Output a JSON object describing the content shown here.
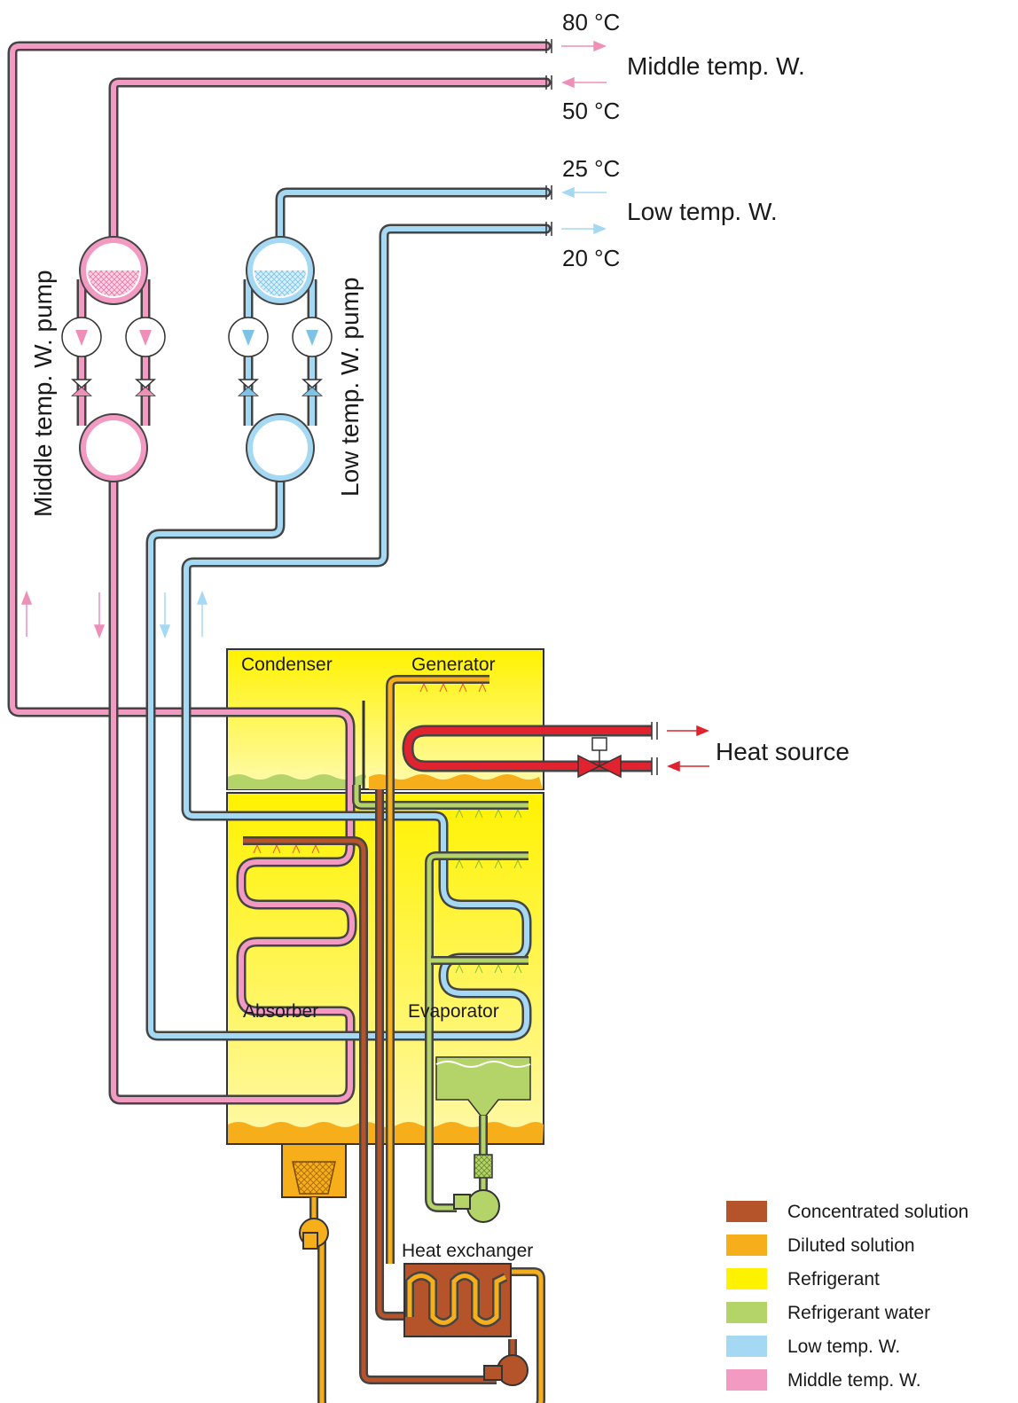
{
  "temperatures": {
    "middle_out": "80 °C",
    "middle_in": "50 °C",
    "low_in": "25 °C",
    "low_out": "20 °C"
  },
  "flows": {
    "middle": "Middle temp. W.",
    "low": "Low temp. W.",
    "heat": "Heat source"
  },
  "pumps": {
    "middle": "Middle temp. W. pump",
    "low": "Low temp. W. pump"
  },
  "sections": {
    "condenser": "Condenser",
    "generator": "Generator",
    "absorber": "Absorber",
    "evaporator": "Evaporator",
    "heat_exchanger": "Heat exchanger"
  },
  "legend": [
    {
      "label": "Concentrated solution",
      "color": "#b5532a"
    },
    {
      "label": "Diluted solution",
      "color": "#f7ae1b"
    },
    {
      "label": "Refrigerant",
      "color": "#fff200"
    },
    {
      "label": "Refrigerant water",
      "color": "#b4d46a"
    },
    {
      "label": "Low temp. W.",
      "color": "#a5d9f3"
    },
    {
      "label": "Middle temp. W.",
      "color": "#f39ac3"
    }
  ],
  "colors": {
    "middle_water": "#ee8fb8",
    "low_water": "#a5d9f3",
    "heat_source": "#e0232f",
    "vessel": "#fff200"
  }
}
